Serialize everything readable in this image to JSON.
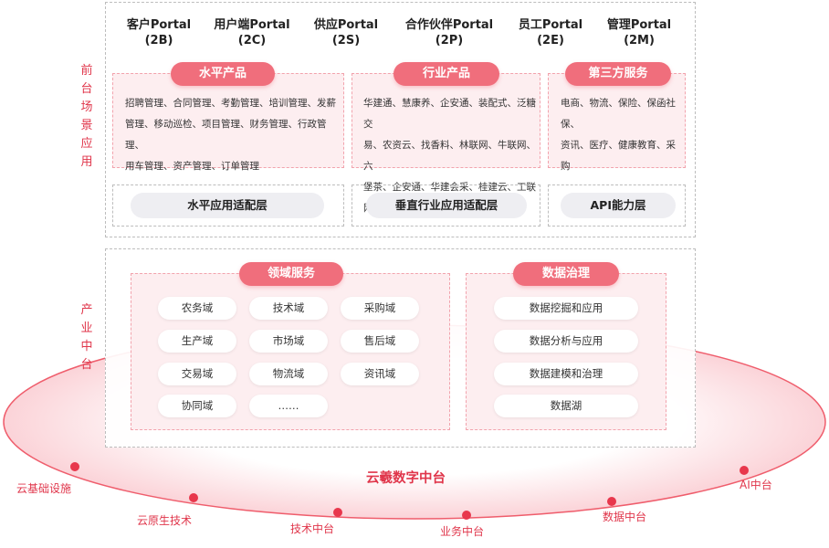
{
  "portals": [
    {
      "name": "客户Portal",
      "code": "(2B)"
    },
    {
      "name": "用户端Portal",
      "code": "(2C)"
    },
    {
      "name": "供应Portal",
      "code": "(2S)"
    },
    {
      "name": "合作伙伴Portal",
      "code": "(2P)"
    },
    {
      "name": "员工Portal",
      "code": "(2E)"
    },
    {
      "name": "管理Portal",
      "code": "(2M)"
    }
  ],
  "front": {
    "side_label": "前台场景应用",
    "boxes": [
      {
        "title": "水平产品",
        "lines": [
          "招聘管理、合同管理、考勤管理、培训管理、发薪",
          "管理、移动巡检、项目管理、财务管理、行政管理、",
          "用车管理、资产管理、订单管理"
        ]
      },
      {
        "title": "行业产品",
        "lines": [
          "华建通、慧康养、企安通、装配式、泛糖交",
          "易、农资云、找香料、林联网、牛联网、六",
          "堡茶、企安通、华建会采、桂建云、工联网"
        ]
      },
      {
        "title": "第三方服务",
        "lines": [
          "电商、物流、保险、保函社保、",
          "资讯、医疗、健康教育、采购"
        ]
      }
    ],
    "layers": [
      "水平应用适配层",
      "垂直行业应用适配层",
      "API能力层"
    ]
  },
  "middle": {
    "side_label": "产业中台",
    "domain": {
      "title": "领域服务",
      "items": [
        "农务域",
        "技术域",
        "采购域",
        "生产域",
        "市场域",
        "售后域",
        "交易域",
        "物流域",
        "资讯域",
        "协同域",
        "……"
      ]
    },
    "governance": {
      "title": "数据治理",
      "items": [
        "数据挖掘和应用",
        "数据分析与应用",
        "数据建模和治理",
        "数据湖"
      ]
    }
  },
  "foundation": {
    "title": "云羲数字中台",
    "points": [
      "云基础设施",
      "云原生技术",
      "技术中台",
      "业务中台",
      "数据中台",
      "AI中台"
    ]
  },
  "colors": {
    "accent": "#e0364b",
    "pill": "#f06e7c",
    "pink_bg": "#fdeef0"
  }
}
